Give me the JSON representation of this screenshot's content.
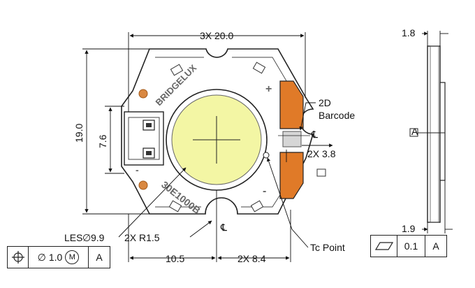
{
  "dimensions": {
    "width_total": "3X 20.0",
    "height": "19.0",
    "connector": "7.6",
    "barcode_offset": "2X 3.8",
    "hole_radius": "2X R1.5",
    "bottom_left": "10.5",
    "bottom_right": "2X 8.4",
    "les": "LES",
    "les_value": "9.9",
    "thickness_top": "1.8",
    "thickness_bottom": "1.9"
  },
  "callouts": {
    "barcode_line1": "2D",
    "barcode_line2": "Barcode",
    "tc_point": "Tc Point"
  },
  "board_marks": {
    "brand": "BRIDGELUX",
    "part_code": "30E1000B",
    "plus": "+",
    "minus": "-"
  },
  "position_tolerance": {
    "value": "1.0",
    "modifier": "M",
    "datum": "A"
  },
  "flatness_tolerance": {
    "value": "0.1",
    "datum": "A"
  },
  "datum_tag": "A",
  "colors": {
    "emitter": "#f3f6a4",
    "pad": "#e07a28",
    "hole": "#d98841",
    "board_outline": "#222222"
  }
}
